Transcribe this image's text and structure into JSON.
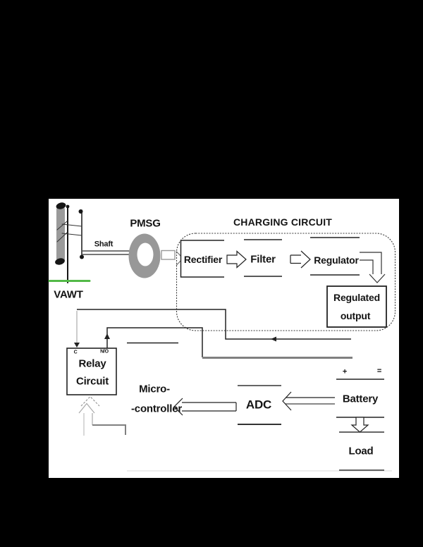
{
  "colors": {
    "background": "#000000",
    "canvas": "#ffffff",
    "turbine_base_green": "#53b948",
    "generator_gray": "#989898",
    "wire_gray": "#808080",
    "ink": "#141414"
  },
  "diagram": {
    "title": "CHARGING CIRCUIT",
    "turbine": {
      "name": "VAWT",
      "shaft": "Shaft",
      "generator": "PMSG"
    },
    "charging_circuit_blocks": {
      "rectifier": "Rectifier",
      "filter": "Filter",
      "regulator": "Regulator"
    },
    "regulated_output": {
      "line1": "Regulated",
      "line2": "output"
    },
    "relay": {
      "line1": "Relay",
      "line2": "Circuit",
      "terminal_c": "C",
      "terminal_no": "N/O"
    },
    "microcontroller": {
      "line1": "Micro-",
      "line2": "-controller"
    },
    "adc": "ADC",
    "battery": {
      "label": "Battery",
      "plus_terminal": "+",
      "minus_terminal": "="
    },
    "load": "Load",
    "connections": [
      "VAWT drives PMSG through Shaft",
      "PMSG feeds Rectifier",
      "Rectifier feeds Filter",
      "Filter feeds Regulator",
      "Regulator feeds Regulated output",
      "Regulated output wiring runs to Relay Circuit terminals C and N/O and to Battery",
      "Battery feeds ADC",
      "ADC feeds Micro-controller",
      "Micro-controller triggers Relay Circuit",
      "Battery feeds Load"
    ]
  }
}
